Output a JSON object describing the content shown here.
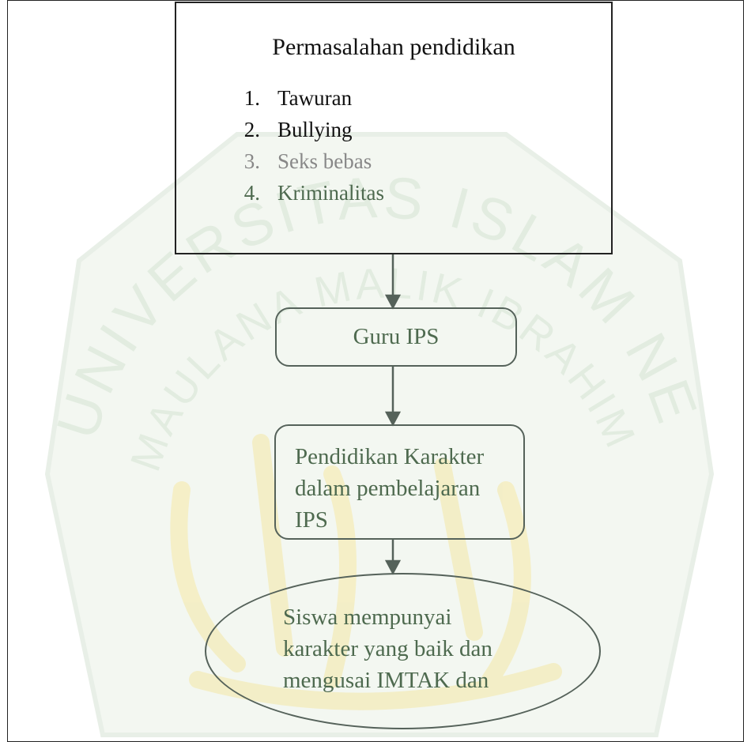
{
  "problems": {
    "title": "Permasalahan pendidikan",
    "items": [
      {
        "num": "1.",
        "label": "Tawuran"
      },
      {
        "num": "2.",
        "label": "Bullying"
      },
      {
        "num": "3.",
        "label": "Seks bebas"
      },
      {
        "num": "4.",
        "label": "Kriminalitas"
      }
    ]
  },
  "guru": {
    "label": "Guru IPS"
  },
  "karakter": {
    "lines": [
      "Pendidikan Karakter",
      "dalam pembelajaran",
      "IPS"
    ]
  },
  "outcome": {
    "lines": [
      "Siswa mempunyai",
      "karakter yang baik dan",
      "mengusai IMTAK dan"
    ]
  },
  "watermark": {
    "text_top": "UNIVERSITAS ISLAM NEGERI",
    "text_inner": "MAULANA MALIK IBRAHIM"
  },
  "colors": {
    "border": "#222222",
    "accent": "#4e6a4f",
    "watermark_green": "#dfe9dd",
    "watermark_gold": "#f6f0c9"
  }
}
